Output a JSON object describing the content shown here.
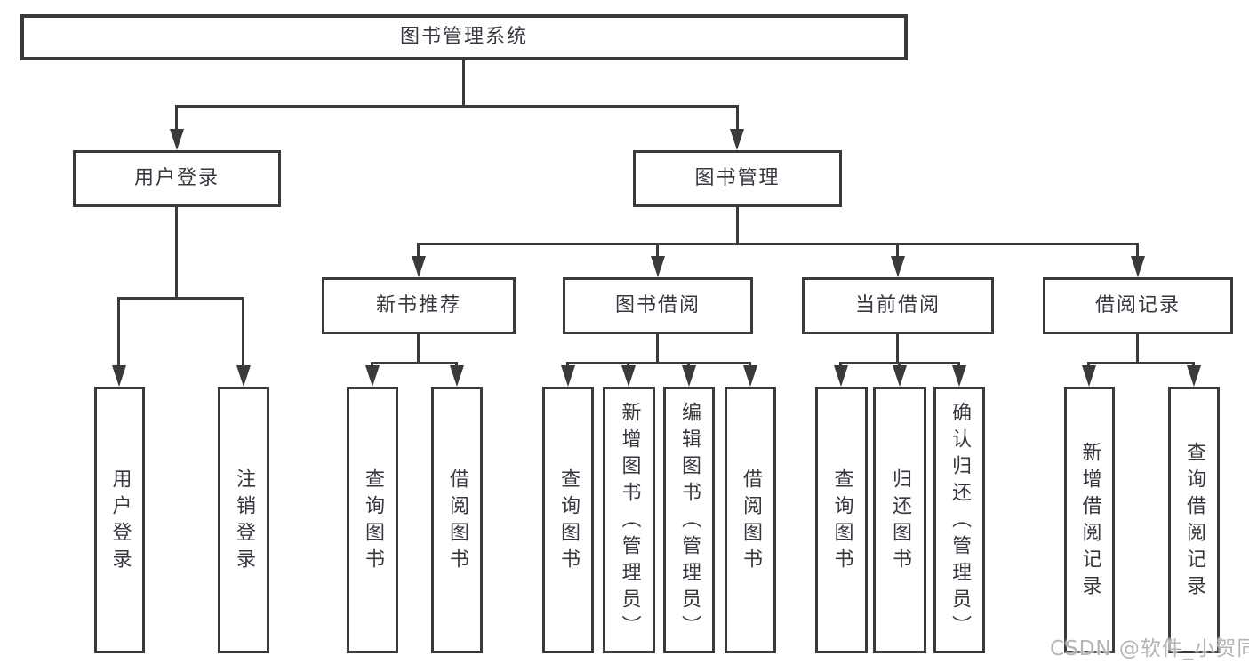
{
  "diagram": {
    "type": "tree",
    "title": "图书管理系统"
  },
  "tree": {
    "root": {
      "label": "图书管理系统",
      "children": [
        {
          "label": "用户登录",
          "children": [
            {
              "label": "用户登录"
            },
            {
              "label": "注销登录"
            }
          ]
        },
        {
          "label": "图书管理",
          "children": [
            {
              "label": "新书推荐",
              "children": [
                {
                  "label": "查询图书"
                },
                {
                  "label": "借阅图书"
                }
              ]
            },
            {
              "label": "图书借阅",
              "children": [
                {
                  "label": "查询图书"
                },
                {
                  "label": "新增图书（管理员）"
                },
                {
                  "label": "编辑图书（管理员）"
                },
                {
                  "label": "借阅图书"
                }
              ]
            },
            {
              "label": "当前借阅",
              "children": [
                {
                  "label": "查询图书"
                },
                {
                  "label": "归还图书"
                },
                {
                  "label": "确认归还（管理员）"
                }
              ]
            },
            {
              "label": "借阅记录",
              "children": [
                {
                  "label": "新增借阅记录"
                },
                {
                  "label": "查询借阅记录"
                }
              ]
            }
          ]
        }
      ]
    }
  },
  "watermark": {
    "text": "CSDN @软件_小贺同学"
  },
  "colors": {
    "line": "#3a3a3a",
    "box_border": "#3a3a3a",
    "text": "#35393f",
    "background": "#ffffff",
    "watermark": "#b5b5b5"
  }
}
